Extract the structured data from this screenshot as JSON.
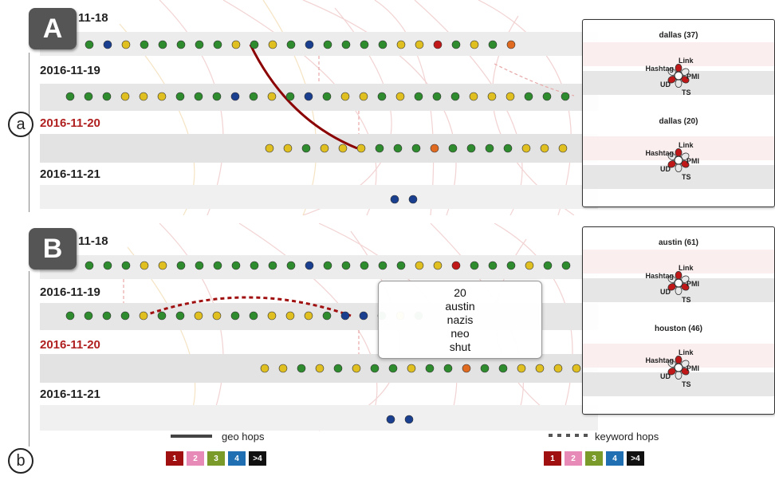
{
  "panels": [
    {
      "letter": "A",
      "dates": [
        "11-18",
        "2016-11-19",
        "2016-11-20",
        "2016-11-21"
      ],
      "side": [
        {
          "title": "dallas (37)"
        },
        {
          "title": "dallas (20)"
        }
      ]
    },
    {
      "letter": "B",
      "dates": [
        "11-18",
        "2016-11-19",
        "2016-11-20",
        "2016-11-21"
      ],
      "side": [
        {
          "title": "austin (61)"
        },
        {
          "title": "houston (46)"
        }
      ]
    }
  ],
  "glyph_labels": {
    "top": "Link",
    "left": "Hashtag",
    "right": "PMI",
    "bottom_left": "UD",
    "bottom": "TS"
  },
  "side_labels": {
    "a": "a",
    "b": "b"
  },
  "tooltip": {
    "lines": [
      "20",
      "austin",
      "nazis",
      "neo",
      "shut"
    ]
  },
  "legend": {
    "geo_label": "geo hops",
    "keyword_label": "keyword hops",
    "hops": [
      "1",
      "2",
      "3",
      "4",
      ">4"
    ],
    "hop_colors": [
      "#a01010",
      "#e88ab8",
      "#7a9a2a",
      "#1f6fb2",
      "#111111"
    ]
  },
  "colors": {
    "green": "#2e8b2e",
    "yellow": "#e0c020",
    "orange": "#e06a20",
    "blue": "#1a3f8f",
    "red": "#c01818",
    "geo_line": "#8b0000"
  },
  "rows": {
    "A": [
      "gbygggggygygbggggyyrgygo",
      "gggyyygggbgygbgyygygggyyygggo",
      "yygyyygggoggggyyyyy",
      "bb"
    ],
    "B": [
      "gggyygggggggbgggggyyrgggyggo",
      "ggggyggyyggyyygbbgyg",
      "yygygyggyggoggyyyygy",
      "bb"
    ]
  }
}
